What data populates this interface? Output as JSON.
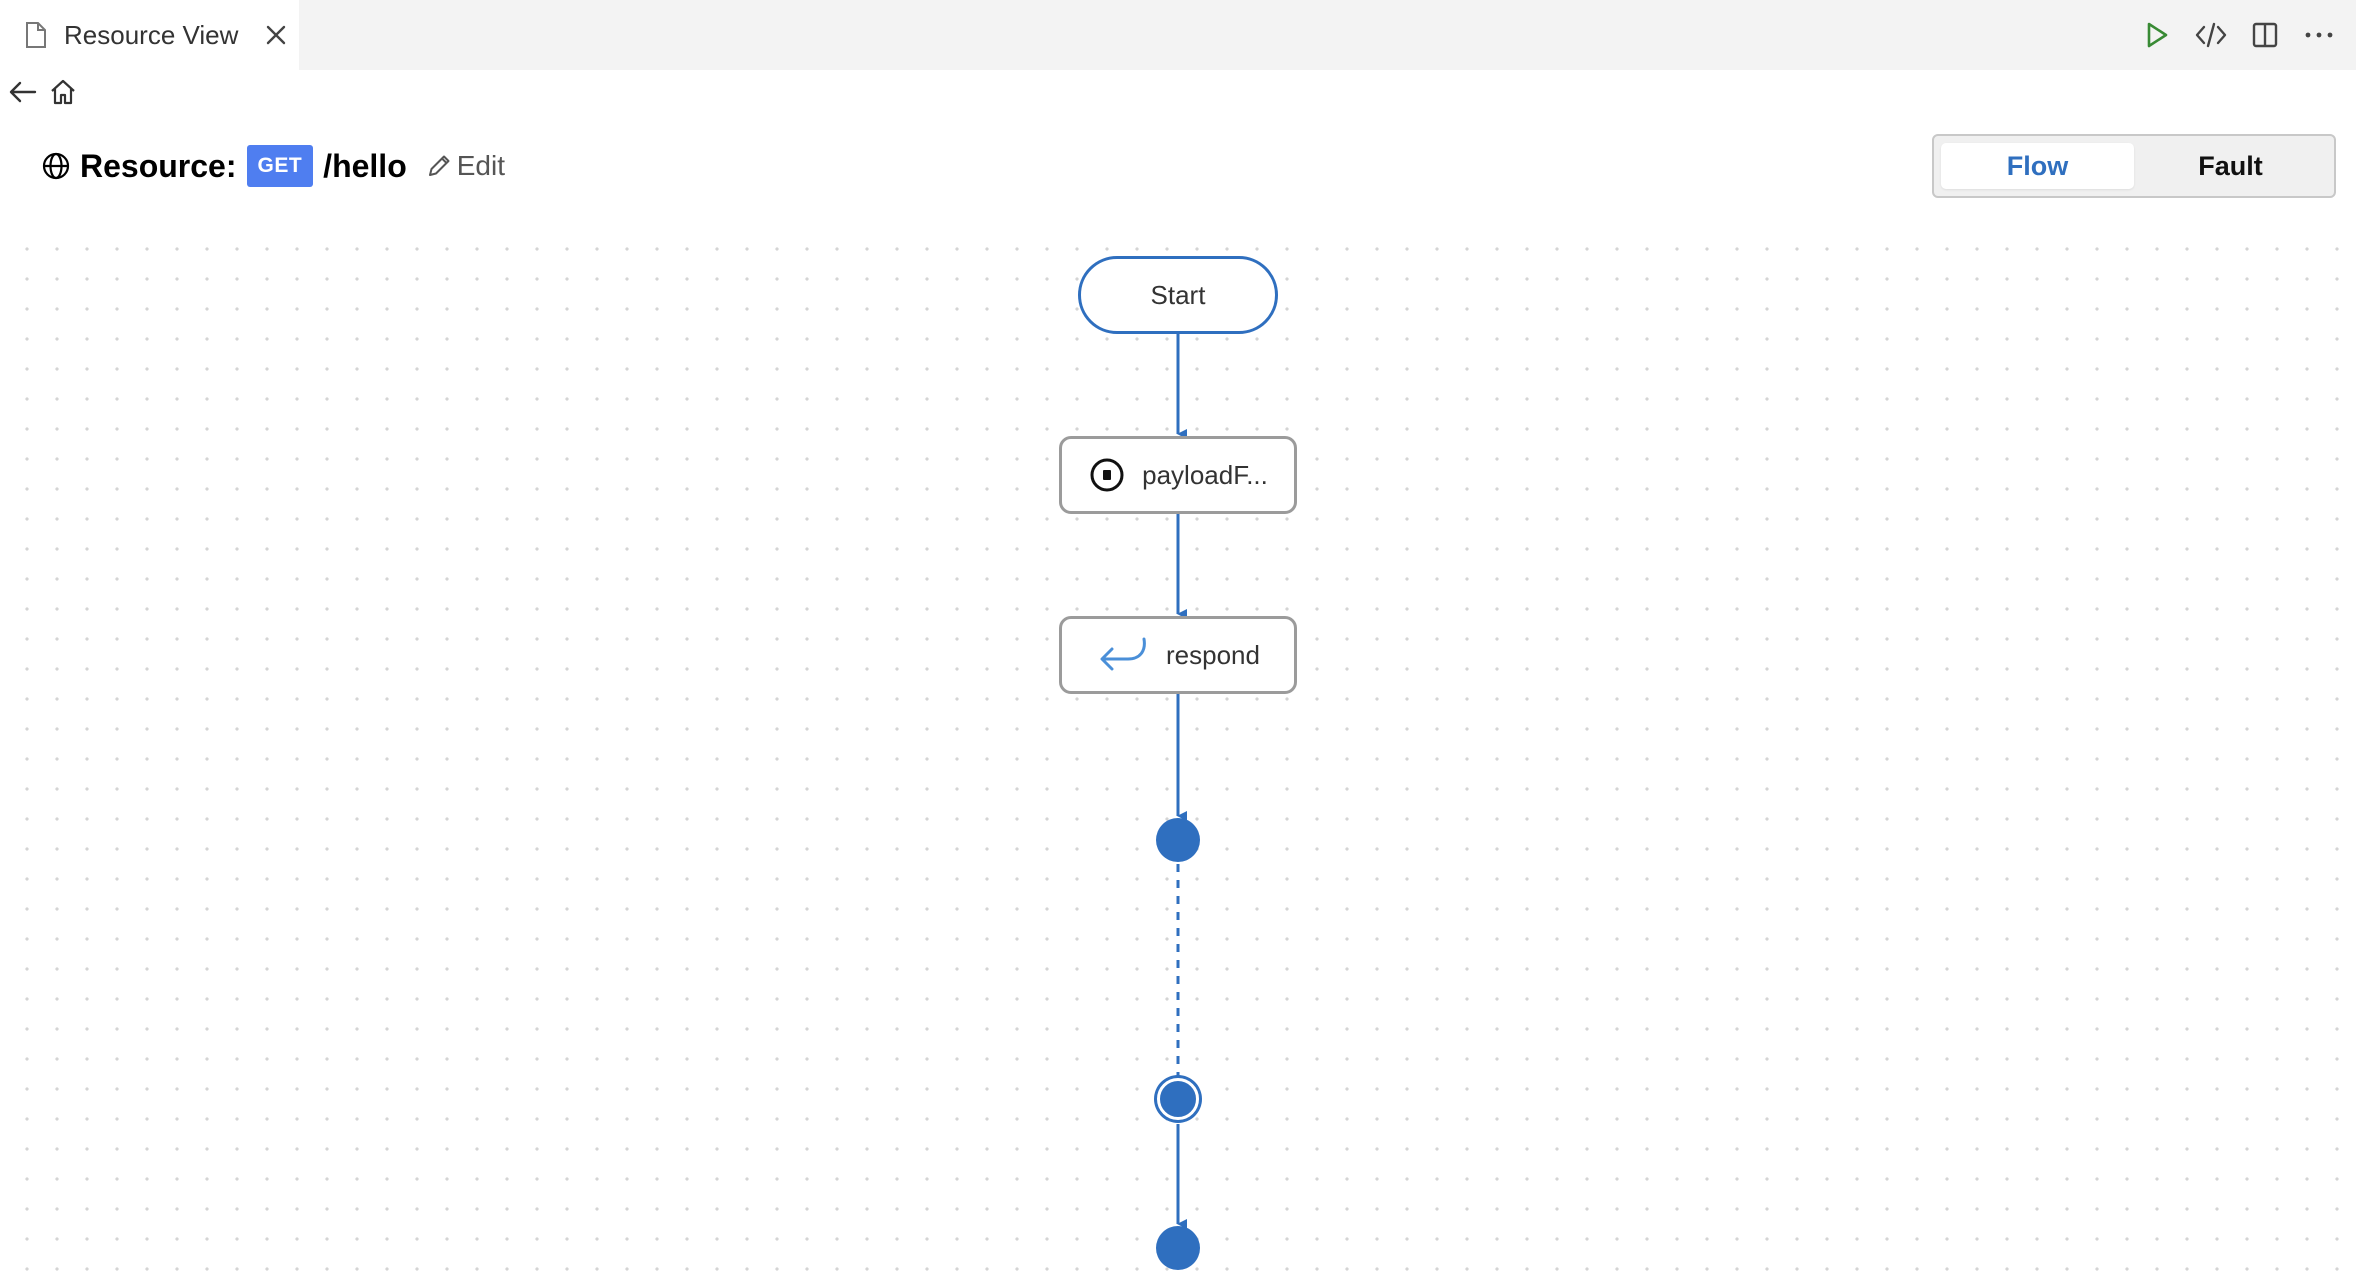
{
  "tab": {
    "title": "Resource View"
  },
  "colors": {
    "accent": "#2f6fbf",
    "badge": "#4f7ef0",
    "run": "#388a34",
    "node_border": "#9b9b9b"
  },
  "header": {
    "resource_label": "Resource:",
    "method": "GET",
    "path": "/hello",
    "edit_label": "Edit"
  },
  "view_toggle": {
    "options": [
      {
        "label": "Flow",
        "active": true
      },
      {
        "label": "Fault",
        "active": false
      }
    ]
  },
  "diagram": {
    "nodes": [
      {
        "id": "start",
        "label": "Start"
      },
      {
        "id": "payload",
        "label": "payloadF...",
        "icon": "stop-circle-icon"
      },
      {
        "id": "respond",
        "label": "respond",
        "icon": "return-arrow-icon"
      }
    ]
  },
  "icons": {
    "tab": [
      "file-icon",
      "close-icon"
    ],
    "toolbar": [
      "run-icon",
      "code-icon",
      "split-editor-icon",
      "more-icon"
    ],
    "nav": [
      "back-arrow-icon",
      "home-icon"
    ]
  }
}
